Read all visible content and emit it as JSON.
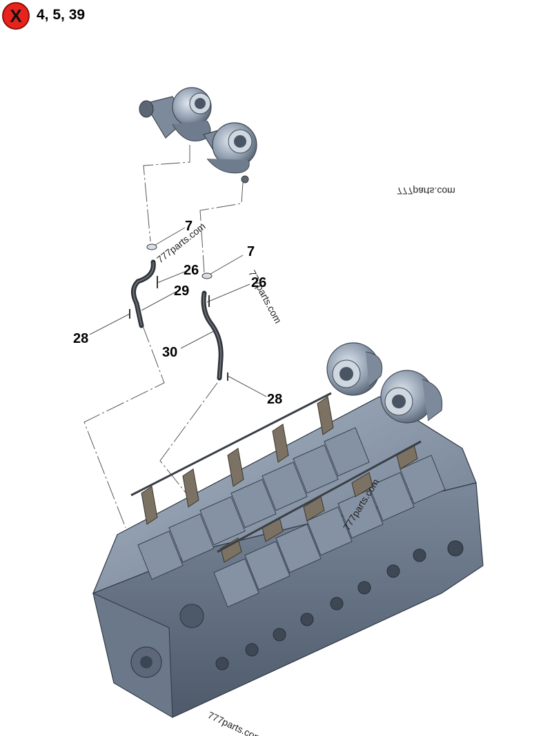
{
  "header": {
    "badge_symbol": "X",
    "badge_color": "#e8231d",
    "part_refs": "4, 5, 39"
  },
  "callouts": {
    "c7a": "7",
    "c7b": "7",
    "c26a": "26",
    "c26b": "26",
    "c29": "29",
    "c28a": "28",
    "c28b": "28",
    "c30": "30"
  },
  "watermarks": {
    "w1": "777parts.com",
    "w2": "777parts.com",
    "w3": "777parts.com",
    "w4": "777parts.com",
    "w5": "777parts.com"
  },
  "colors": {
    "engine_body": "#8896a8",
    "engine_dark": "#5a6678",
    "pipe": "#3b3f44",
    "bracket": "#7e7464"
  }
}
